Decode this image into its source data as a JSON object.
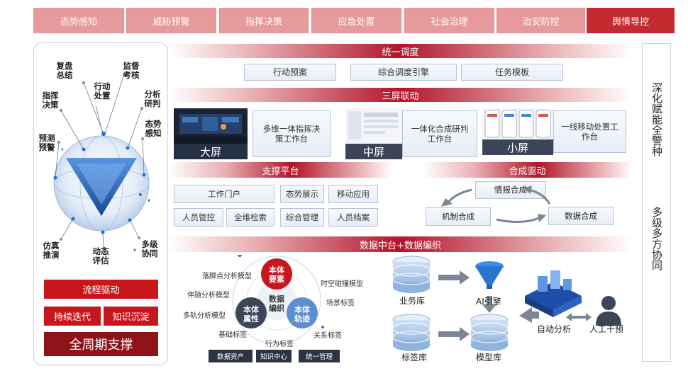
{
  "top_tabs": [
    "态势感知",
    "威胁预警",
    "指挥决策",
    "应急处置",
    "社会治理",
    "治安防控",
    "舆情导控"
  ],
  "unified_dispatch": {
    "title": "统一调度",
    "items": [
      "行动预案",
      "综合调度引擎",
      "任务模板"
    ]
  },
  "three_screen": {
    "title": "三屏联动",
    "screens": [
      {
        "label": "大屏",
        "desc": "多维一体指挥决策工作台"
      },
      {
        "label": "中屏",
        "desc": "一体化合成研判工作台"
      },
      {
        "label": "小屏",
        "desc": "一线移动处置工作台"
      }
    ]
  },
  "support_platform": {
    "title": "支撑平台",
    "row1": [
      "工作门户",
      "态势展示",
      "移动应用"
    ],
    "row2": [
      "人员管控",
      "全维检索",
      "综合管理",
      "人员档案"
    ]
  },
  "synthesis_drive": {
    "title": "合成驱动",
    "items": [
      "情报合成",
      "机制合成",
      "数据合成"
    ]
  },
  "data_platform": {
    "title": "数据中台+数据编织",
    "circles": {
      "top": "本体要素",
      "center": "数据编织",
      "left": "本体属性",
      "right": "本体轨迹"
    },
    "models": [
      "落脚点分析模型",
      "伴随分析模型",
      "多轨分析模型",
      "基础标签",
      "行为标签",
      "关系标签",
      "场景标签",
      "时空碰撞模型"
    ],
    "chips": [
      "数据资产",
      "知识中心",
      "统一管理"
    ],
    "dbs": [
      "业务库",
      "AI引擎",
      "标签库",
      "模型库",
      "自动分析",
      "人工干预"
    ]
  },
  "left_panel": {
    "cycle_labels": [
      "复盘总结",
      "监督考核",
      "行动处置",
      "指挥决策",
      "分析研判",
      "态势感知",
      "预测预警",
      "仿真推演",
      "动态评估",
      "多级协同"
    ],
    "process_drive": "流程驱动",
    "continuous_iteration": "持续迭代",
    "knowledge_deposit": "知识沉淀",
    "full_cycle": "全周期支撑"
  },
  "right_column": {
    "text1": "深化赋能全警种",
    "text2": "多级多方协同"
  },
  "colors": {
    "brand_red": "#c8161d",
    "light_red": "#e69a9c",
    "box_border": "#b8c1d6"
  }
}
